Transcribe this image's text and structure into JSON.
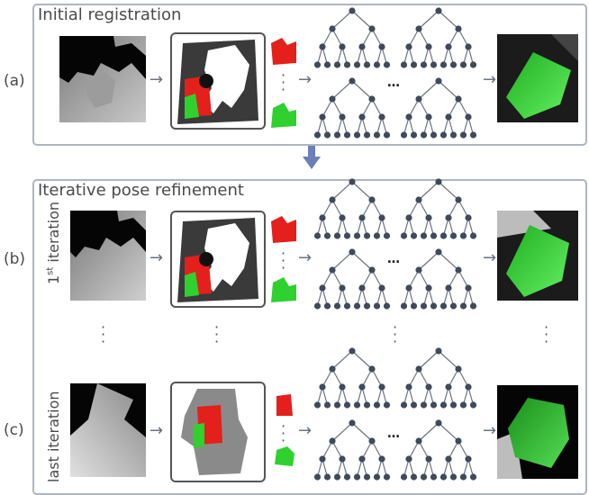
{
  "panels": {
    "initial": {
      "title": "Initial registration",
      "row_label": "(a)"
    },
    "refinement": {
      "title": "Iterative pose refinement",
      "row_b": {
        "label": "(b)",
        "iteration_num": "1",
        "iteration_sup": "st",
        "iteration_word": "iteration"
      },
      "row_c": {
        "label": "(c)",
        "iteration_text": "last iteration"
      }
    }
  },
  "symbols": {
    "arrow": "→",
    "ellipsis": "…",
    "vdots": "·\n·\n·"
  },
  "icons": {
    "between_panels": "down-arrow-icon",
    "tree": "binary-tree-icon"
  },
  "colors": {
    "panel_border": "#aeb6c0",
    "arrow_blue": "#6c7fb8",
    "node": "#3f4a5a",
    "red": "#e3201b",
    "green": "#2fd12f"
  }
}
